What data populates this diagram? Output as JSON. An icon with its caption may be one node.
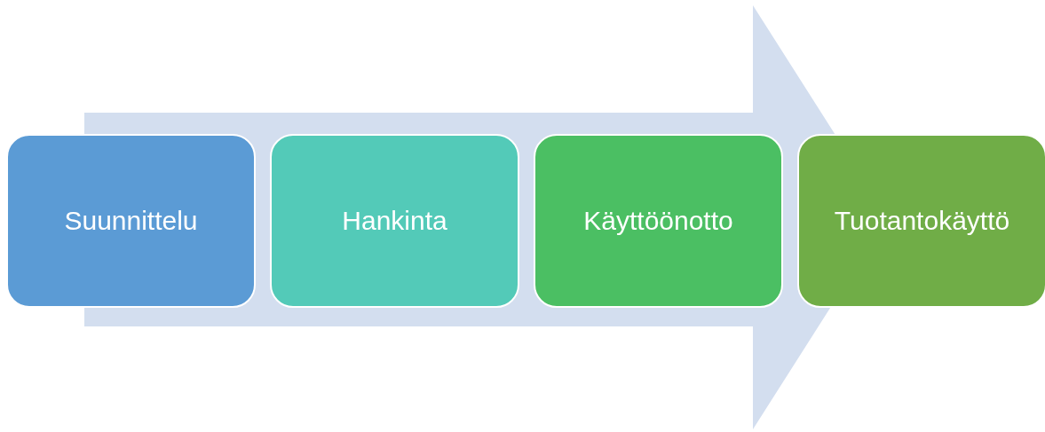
{
  "diagram": {
    "nodes": [
      {
        "text": [
          "Suunnittelu"
        ]
      },
      {
        "text": [
          "Hankinta"
        ]
      },
      {
        "text": [
          "Käyttöönotto"
        ]
      },
      {
        "text": [
          "Tuotantokäyttö"
        ]
      }
    ],
    "edges": [
      {
        "from": 0,
        "to": 3,
        "arrow": "to"
      }
    ]
  }
}
